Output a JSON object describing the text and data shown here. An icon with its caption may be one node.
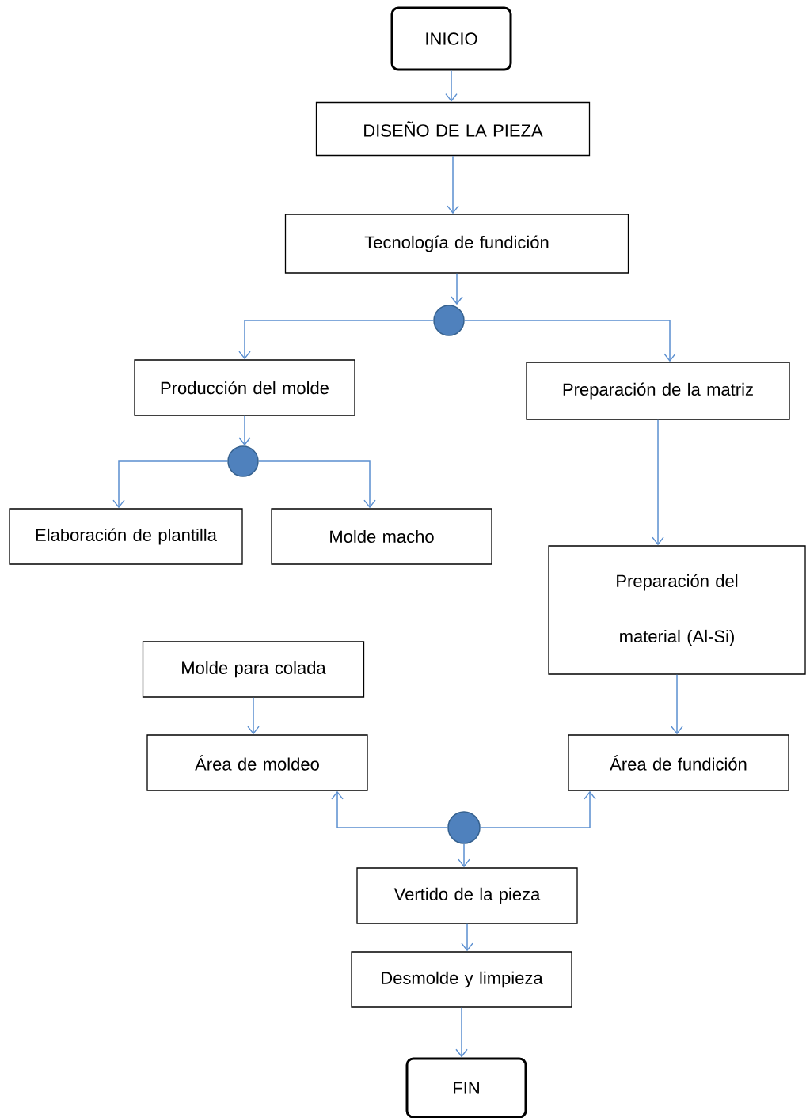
{
  "diagram": {
    "nodes": [
      {
        "text": [
          "INICIO"
        ]
      },
      {
        "text": [
          "DISEÑO DE LA PIEZA"
        ]
      },
      {
        "text": [
          "Tecnología de fundición"
        ]
      },
      {
        "text": [],
        "shape": "circle"
      },
      {
        "text": [
          "Producción del molde"
        ]
      },
      {
        "text": [
          "Preparación de la matriz"
        ]
      },
      {
        "text": [],
        "shape": "circle"
      },
      {
        "text": [
          "Elaboración de plantilla"
        ]
      },
      {
        "text": [
          "Molde macho"
        ]
      },
      {
        "text": [
          "Preparación del material (Al-Si)"
        ]
      },
      {
        "text": [
          "Molde para colada"
        ]
      },
      {
        "text": [
          "Área de moldeo"
        ]
      },
      {
        "text": [
          "Área de fundición"
        ]
      },
      {
        "text": [],
        "shape": "circle"
      },
      {
        "text": [
          "Vertido de la pieza"
        ]
      },
      {
        "text": [
          "Desmolde y limpieza"
        ]
      },
      {
        "text": [
          "FIN"
        ]
      }
    ],
    "edges": [
      {
        "from": 0,
        "to": 1,
        "arrow": "to"
      },
      {
        "from": 1,
        "to": 2,
        "arrow": "to"
      },
      {
        "from": 2,
        "to": 3,
        "arrow": "to"
      },
      {
        "from": 3,
        "to": 4,
        "arrow": "to"
      },
      {
        "from": 3,
        "to": 5,
        "arrow": "to"
      },
      {
        "from": 4,
        "to": 6,
        "arrow": "to"
      },
      {
        "from": 6,
        "to": 7,
        "arrow": "to"
      },
      {
        "from": 6,
        "to": 8,
        "arrow": "to"
      },
      {
        "from": 5,
        "to": 9,
        "arrow": "to"
      },
      {
        "from": 9,
        "to": 12,
        "arrow": "to"
      },
      {
        "from": 10,
        "to": 11,
        "arrow": "to"
      },
      {
        "from": 13,
        "to": 11,
        "arrow": "to"
      },
      {
        "from": 13,
        "to": 12,
        "arrow": "to"
      },
      {
        "from": 13,
        "to": 14,
        "arrow": "to"
      },
      {
        "from": 14,
        "to": 15,
        "arrow": "to"
      },
      {
        "from": 15,
        "to": 16,
        "arrow": "to"
      }
    ]
  }
}
